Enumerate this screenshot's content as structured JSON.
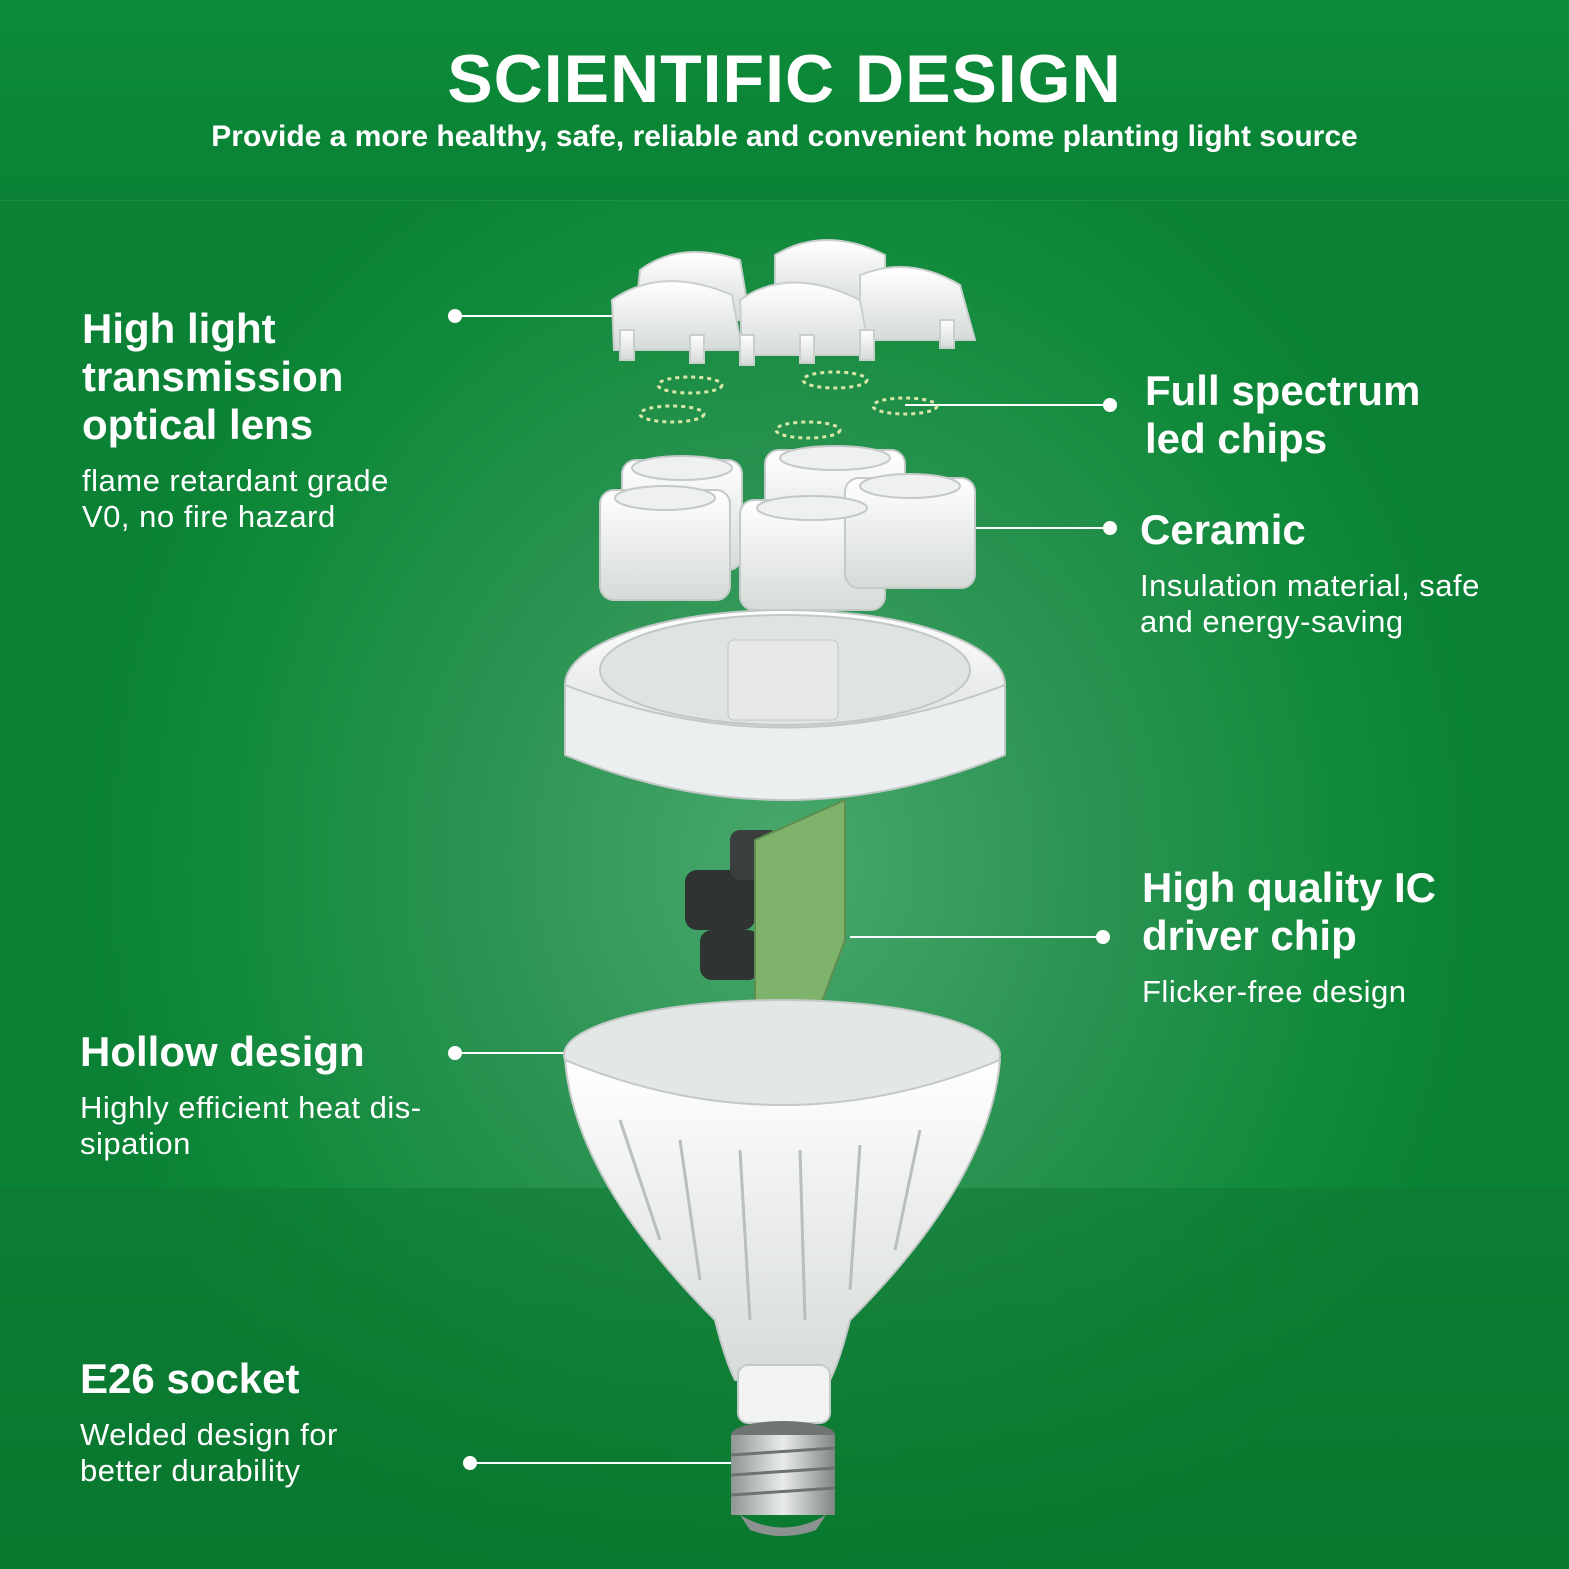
{
  "header": {
    "title": "SCIENTIFIC DESIGN",
    "subtitle": "Provide a more healthy, safe, reliable and convenient home planting light source"
  },
  "features": {
    "lens": {
      "heading": "High light\ntransmission\noptical lens",
      "desc": "flame retardant grade\nV0, no fire hazard"
    },
    "chips": {
      "heading": "Full spectrum\nled chips"
    },
    "ceramic": {
      "heading": "Ceramic",
      "desc": "Insulation material, safe\nand energy-saving"
    },
    "driver": {
      "heading": "High quality IC\ndriver chip",
      "desc": "Flicker-free design"
    },
    "hollow": {
      "heading": "Hollow design",
      "desc": "Highly efficient heat dis-\nsipation"
    },
    "socket": {
      "heading": "E26 socket",
      "desc": "Welded design for\nbetter durability"
    }
  },
  "colors": {
    "header_green": "#0b8737",
    "background_green": "#2a9352",
    "text": "#ffffff",
    "pcb_green": "#7fb26a"
  }
}
